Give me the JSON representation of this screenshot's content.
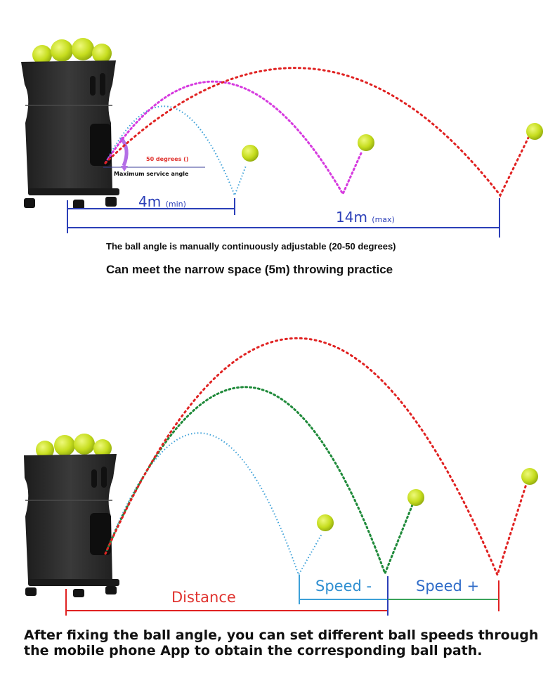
{
  "top": {
    "angle_label": "50 degrees ()",
    "max_angle_label": "Maximum service angle",
    "min_distance": "4m",
    "min_unit": "(min)",
    "max_distance": "14m",
    "max_unit": "(max)",
    "caption_angle": "The ball angle is manually continuously adjustable (20-50 degrees)",
    "caption_space": "Can meet the narrow space (5m) throwing practice"
  },
  "bottom": {
    "distance_label": "Distance",
    "speed_minus_label": "Speed -",
    "speed_plus_label": "Speed +",
    "caption": "After fixing the ball angle, you can set different ball speeds through the mobile phone App to obtain the corresponding ball path."
  },
  "colors": {
    "trajectory_blue": "#3ca0d8",
    "trajectory_magenta": "#d63adf",
    "trajectory_red": "#e02222",
    "trajectory_green": "#1f8a3a",
    "measure_blue": "#2b3fb8",
    "ball": "#c8e021",
    "machine": "#2a2a2a"
  }
}
